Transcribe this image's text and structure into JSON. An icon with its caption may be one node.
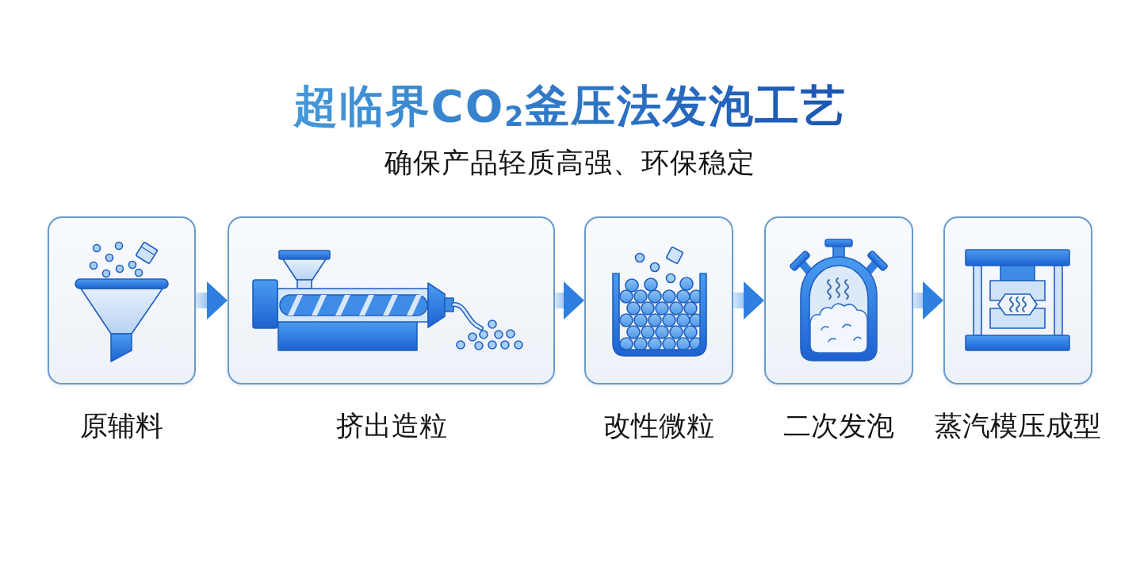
{
  "diagram": {
    "title": "超临界CO$_{2}$釜压法发泡工艺",
    "nodes": [
      {
        "text": [
          "原辅料"
        ]
      },
      {
        "text": [
          "挤出造粒"
        ]
      },
      {
        "text": [
          "改性微粒"
        ]
      },
      {
        "text": [
          "二次发泡"
        ]
      },
      {
        "text": [
          "蒸汽模压成型"
        ]
      }
    ],
    "edges": [
      {
        "from": 0,
        "to": 1,
        "arrow": "to"
      },
      {
        "from": 1,
        "to": 2,
        "arrow": "to"
      },
      {
        "from": 2,
        "to": 3,
        "arrow": "to"
      },
      {
        "from": 3,
        "to": 4,
        "arrow": "to"
      }
    ],
    "labels": [
      "确保产品轻质高强、环保稳定"
    ]
  }
}
